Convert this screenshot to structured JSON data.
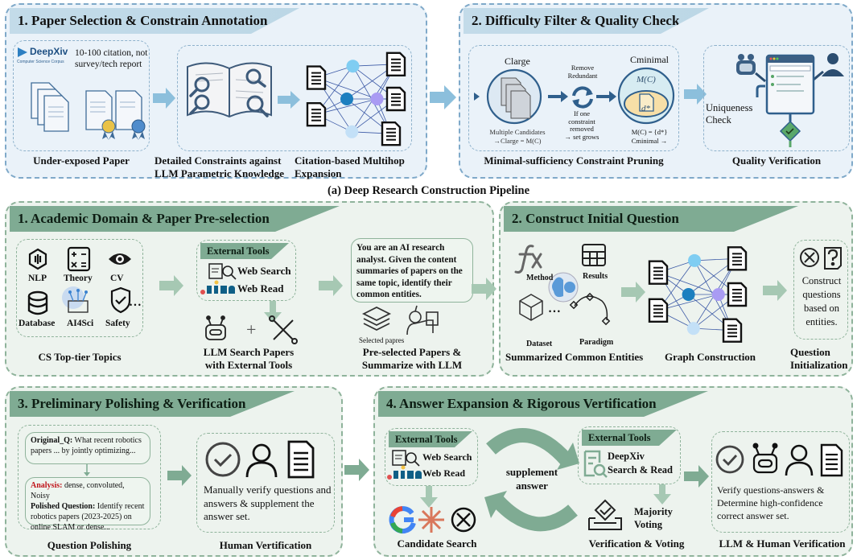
{
  "figure_caption": "(a) Deep Research Construction Pipeline",
  "colors": {
    "blue_panel_bg": "#eaf2f9",
    "blue_accent": "#8cbfdc",
    "green_panel_bg": "#edf3ee",
    "green_accent": "#7fab93",
    "analysis_red": "#c0141a",
    "node_light_blue": "#7fcdf2",
    "node_dark_blue": "#1c7fbf",
    "node_purple": "#a99bf3",
    "node_pale_blue": "#c3e0f7"
  },
  "top_row": {
    "stage1": {
      "title": "1. Paper Selection & Constrain Annotation",
      "deepxiv_logo": "DeepXiv",
      "deepxiv_sub": "Computer Science Corpus",
      "criteria_line1": "10-100 citation, not",
      "criteria_line2": "survey/tech report",
      "cap_underexposed": "Under-exposed Paper",
      "cap_constraints_1": "Detailed Constraints against",
      "cap_constraints_2": "LLM Parametric Knowledge",
      "cap_multihop_1": "Citation-based Multihop",
      "cap_multihop_2": "Expansion"
    },
    "stage2": {
      "title": "2. Difficulty Filter & Quality Check",
      "c_large": "Clarge",
      "c_large_note_1": "Multiple Candidates",
      "c_large_note_2": "→Clarge = M(C)",
      "remove_1": "Remove",
      "remove_2": "Redundant",
      "if_1": "If one",
      "if_2": "constraint",
      "if_3": "removed",
      "if_4": "→ set grows",
      "c_minimal": "Cminimal",
      "mc": "M(C)",
      "d_star": "d*",
      "mc_eq": "M(C) = {d*}",
      "c_minimal_arrow": "Cminimal →",
      "uniqueness_1": "Uniqueness",
      "uniqueness_2": "Check",
      "cap_pruning": "Minimal-sufficiency Constraint Pruning",
      "cap_quality": "Quality Verification"
    }
  },
  "bottom": {
    "s1": {
      "title": "1. Academic Domain & Paper Pre-selection",
      "topics": [
        "NLP",
        "Theory",
        "CV",
        "Database",
        "AI4Sci",
        "Safety"
      ],
      "ellipsis": "• • •",
      "cap_topics": "CS Top-tier Topics",
      "tools_title": "External Tools",
      "web_search": "Web Search",
      "web_read": "Web Read",
      "plus": "+",
      "cap_llm_1": "LLM Search Papers",
      "cap_llm_2": "with External Tools",
      "prompt": "You are an AI research analyst. Given the content summaries of papers on the same topic, identify their common entities.",
      "selected": "Selected papres",
      "cap_pre_1": "Pre-selected Papers &",
      "cap_pre_2": "Summarize with LLM"
    },
    "s2": {
      "title": "2. Construct Initial Question",
      "entities": [
        "Method",
        "Results",
        "Dataset",
        "Paradigm"
      ],
      "ellipsis": "• • •",
      "cap_entities": "Summarized Common Entities",
      "cap_graph": "Graph Construction",
      "construct_text": "Construct questions based on entities.",
      "cap_init_1": "Question",
      "cap_init_2": "Initialization"
    },
    "s3": {
      "title": "3. Preliminary Polishing & Verification",
      "orig_label": "Original_Q:",
      "orig_text": " What recent robotics papers ... by jointly optimizing...",
      "analysis_label": "Analysis:",
      "analysis_text": " dense, convoluted, Noisy",
      "polished_label": "Polished Question:",
      "polished_text": " Identify recent robotics papers (2023-2025) on online SLAM or dense...",
      "manual_text": "Manually verify questions and answers & supplement the answer set.",
      "cap_polish": "Question Polishing",
      "cap_human": "Human Vertification"
    },
    "s4": {
      "title": "4. Answer Expansion & Rigorous Vertification",
      "tools_title": "External Tools",
      "web_search": "Web Search",
      "web_read": "Web Read",
      "supplement_1": "supplement",
      "supplement_2": "answer",
      "tools2_title": "External Tools",
      "deepxiv_1": "DeepXiv",
      "deepxiv_2": "Search & Read",
      "majority_1": "Majority",
      "majority_2": "Voting",
      "verify_text": "Verify questions-answers & Determine high-confidence correct answer set.",
      "cap_candidate": "Candidate Search",
      "cap_voting": "Verification & Voting",
      "cap_llm_human": "LLM & Human  Verification"
    }
  }
}
